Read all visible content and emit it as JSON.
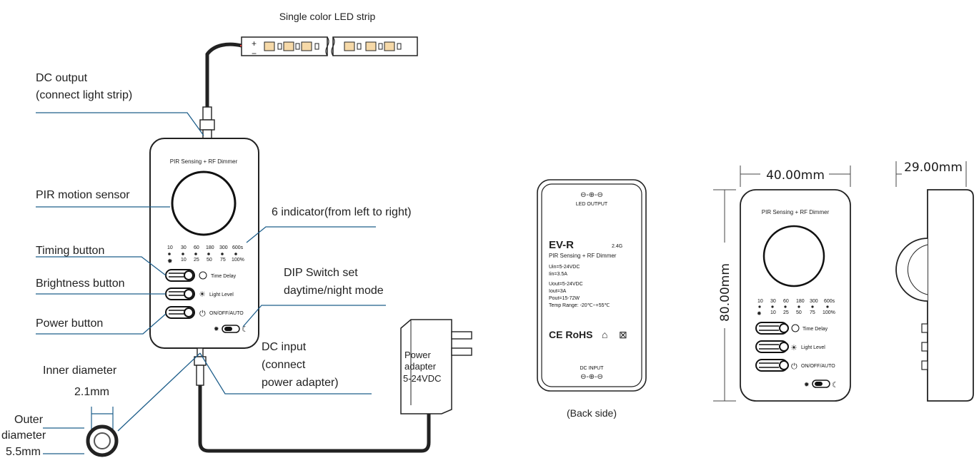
{
  "strip": {
    "label": "Single color LED strip",
    "plus": "+",
    "minus": "−"
  },
  "callouts": {
    "dc_output": [
      "DC output",
      "(connect light strip)"
    ],
    "pir": "PIR motion sensor",
    "timing": "Timing button",
    "brightness": "Brightness button",
    "power": "Power button",
    "indicator": "6 indicator(from left to right)",
    "dip": [
      "DIP Switch set",
      "daytime/night mode"
    ],
    "dc_input": [
      "DC input",
      "(connect",
      "power adapter)"
    ],
    "inner": [
      "Inner diameter",
      "2.1mm"
    ],
    "outer": [
      "Outer",
      "diameter",
      "5.5mm"
    ],
    "adapter": [
      "Power",
      "adapter",
      "5-24VDC"
    ]
  },
  "front": {
    "title": "PIR Sensing + RF Dimmer",
    "row1": [
      "10",
      "30",
      "60",
      "180",
      "300",
      "600s"
    ],
    "row2": [
      "10",
      "25",
      "50",
      "75",
      "100%"
    ],
    "btn1": "Time Delay",
    "btn2": "Light Level",
    "btn3": "ON/OFF/AUTO"
  },
  "back": {
    "led_output": "LED OUTPUT",
    "model": "EV-R",
    "freq": "2.4G",
    "subtitle": "PIR Sensing + RF Dimmer",
    "specs": [
      "Uin=5-24VDC",
      "Iin=3.5A",
      "Uout=5-24VDC",
      "Iout=3A",
      "Pout=15-72W",
      "Temp Range: -20℃~+55℃"
    ],
    "certs": "CE RoHS",
    "dc_input": "DC INPUT",
    "caption": "(Back side)"
  },
  "dims": {
    "width": "40.00mm",
    "height": "80.00mm",
    "depth": "29.00mm"
  }
}
